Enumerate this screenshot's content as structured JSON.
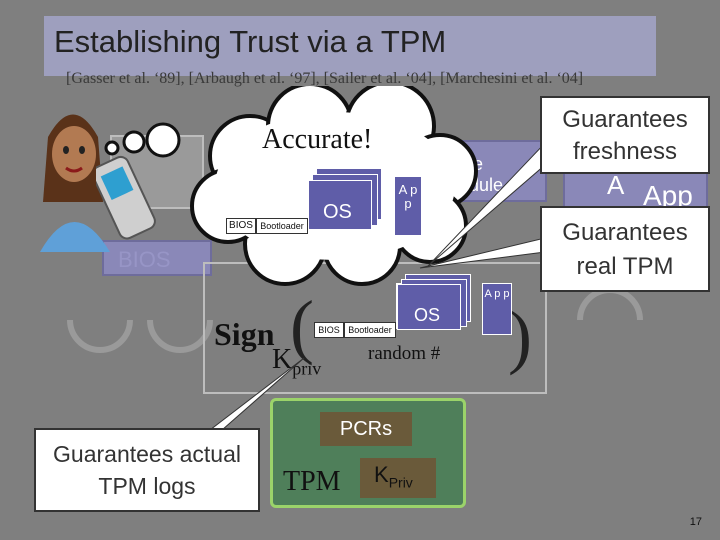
{
  "slide": {
    "title": "Establishing Trust via a TPM",
    "citations": "[Gasser et al. ‘89], [Arbaugh et al. ‘97], [Sailer et al. ‘04], [Marchesini et al. ‘04]",
    "page_number": "17"
  },
  "thought_bubble": {
    "text": "Accurate!",
    "chain": {
      "bios": "BIOS",
      "bootloader": "Bootloader",
      "os": "OS",
      "app": "A p p"
    }
  },
  "background": {
    "bios": "BIOS",
    "module_top": "le",
    "module": "dule",
    "app": "App",
    "app_letter": "A"
  },
  "signature": {
    "sign": "Sign",
    "key": "K",
    "key_sub": "priv",
    "chain": {
      "bios": "BIOS",
      "bootloader": "Bootloader",
      "os": "OS",
      "app": "A p p"
    },
    "nonce": "random #"
  },
  "tpm": {
    "label": "TPM",
    "pcrs": "PCRs",
    "key": "K",
    "key_sub": "Priv"
  },
  "callouts": {
    "freshness": "Guarantees freshness",
    "real_tpm": "Guarantees real TPM",
    "actual_logs": "Guarantees actual TPM logs"
  }
}
